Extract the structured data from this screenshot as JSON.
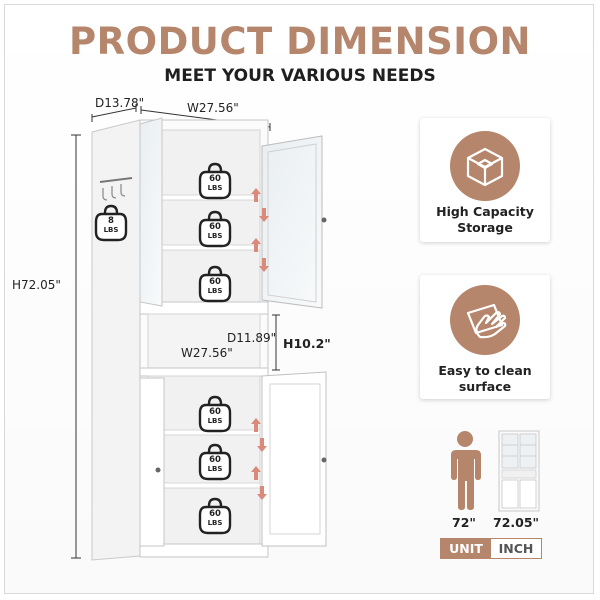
{
  "header": {
    "title": "PRODUCT DIMENSION",
    "subtitle": "MEET YOUR VARIOUS NEEDS"
  },
  "dimensions": {
    "depth_top": "D13.78\"",
    "width_top": "W27.56\"",
    "height_total": "H72.05\"",
    "depth_mid": "D11.89\"",
    "height_mid": "H10.2\"",
    "width_mid": "W27.56\""
  },
  "weights": {
    "hook": [
      "8",
      "LBS"
    ],
    "shelf": [
      "60",
      "LBS"
    ]
  },
  "features": [
    {
      "icon": "cube-box-icon",
      "line1": "High Capacity",
      "line2": "Storage"
    },
    {
      "icon": "hand-wipe-icon",
      "line1": "Easy to clean",
      "line2": "surface"
    }
  ],
  "comparison": {
    "person_height": "72\"",
    "cabinet_height": "72.05\"",
    "unit_label": "UNIT",
    "inch_label": "INCH"
  },
  "colors": {
    "accent": "#b5866c",
    "arrow": "#d98a7a"
  }
}
